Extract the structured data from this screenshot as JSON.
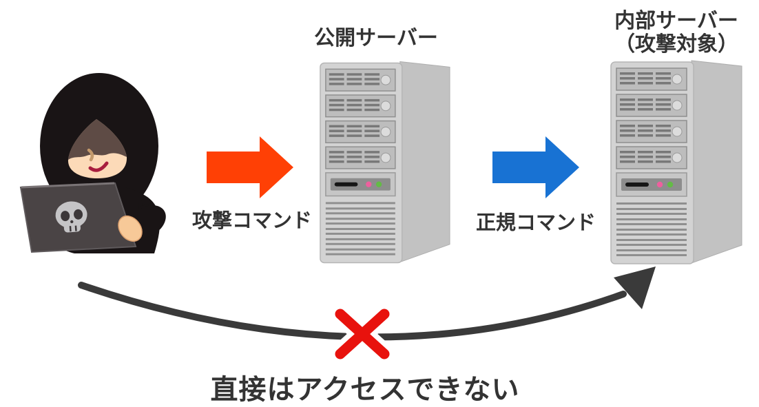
{
  "colors": {
    "background": "#ffffff",
    "attack_arrow": "#ff4005",
    "relay_arrow": "#1872d3",
    "blocked_path": "#3a3a3a",
    "cross_mark": "#e8120d",
    "label_text": "#333333"
  },
  "nodes": {
    "attacker": {
      "icon": "hacker-icon"
    },
    "public_server": {
      "icon": "server-tower-icon",
      "label": "公開サーバー"
    },
    "internal_server": {
      "icon": "server-tower-icon",
      "label_line1": "内部サーバー",
      "label_line2": "（攻撃対象）"
    }
  },
  "edges": {
    "attack_command": {
      "from": "attacker",
      "to": "public_server",
      "label": "攻撃コマンド",
      "style": "block-arrow"
    },
    "legitimate_command": {
      "from": "public_server",
      "to": "internal_server",
      "label": "正規コマンド",
      "style": "block-arrow"
    },
    "direct_access": {
      "from": "attacker",
      "to": "internal_server",
      "label": "直接はアクセスできない",
      "style": "curved-arrow",
      "blocked": "true",
      "marker": "cross"
    }
  }
}
